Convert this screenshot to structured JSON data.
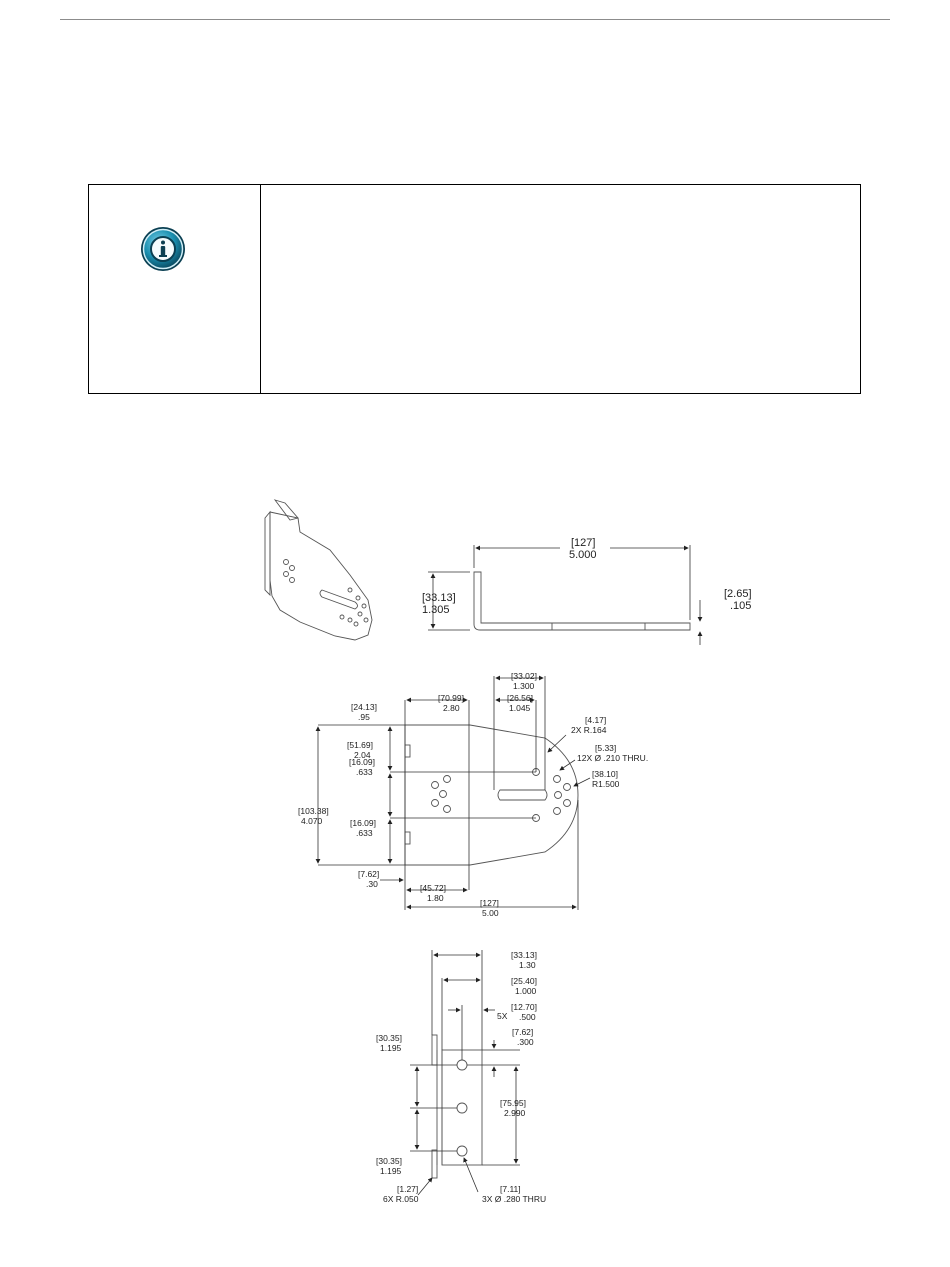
{
  "icon": "info-icon",
  "accent_color": "#1a8fb0",
  "top_view_dims": {
    "width_mm": "[127]",
    "width_in": "5.000",
    "height_mm": "[33.13]",
    "height_in": "1.305",
    "thick_mm": "[2.65]",
    "thick_in": ".105"
  },
  "plan_view_dims": {
    "d1_mm": "[33.02]",
    "d1_in": "1.300",
    "d2_mm": "[70.99]",
    "d2_in": "2.80",
    "d3_mm": "[26.56]",
    "d3_in": "1.045",
    "d4_mm": "[24.13]",
    "d4_in": ".95",
    "d5_mm": "[4.17]",
    "d5_in": "2X R.164",
    "d6_mm": "[5.33]",
    "d6_in": "12X Ø .210 THRU.",
    "d7_mm": "[51.69]",
    "d7_in": "2.04",
    "d8_mm": "[38.10]",
    "d8_in": "R1.500",
    "d9_mm": "[16.09]",
    "d9_in": ".633",
    "d10_mm": "[103.38]",
    "d10_in": "4.070",
    "d11_mm": "[16.09]",
    "d11_in": ".633",
    "d12_mm": "[7.62]",
    "d12_in": ".30",
    "d13_mm": "[45.72]",
    "d13_in": "1.80",
    "d14_mm": "[127]",
    "d14_in": "5.00"
  },
  "side_view_dims": {
    "s1_mm": "[33.13]",
    "s1_in": "1.30",
    "s2_mm": "[25.40]",
    "s2_in": "1.000",
    "s3_mm": "[12.70]",
    "s3_in": ".500",
    "s3_prefix": "5X",
    "s4_mm": "[7.62]",
    "s4_in": ".300",
    "s5_mm": "[30.35]",
    "s5_in": "1.195",
    "s6_mm": "[75.95]",
    "s6_in": "2.990",
    "s7_mm": "[30.35]",
    "s7_in": "1.195",
    "s8_mm": "[1.27]",
    "s8_in": "6X R.050",
    "s9_mm": "[7.11]",
    "s9_in": "3X Ø .280 THRU"
  }
}
